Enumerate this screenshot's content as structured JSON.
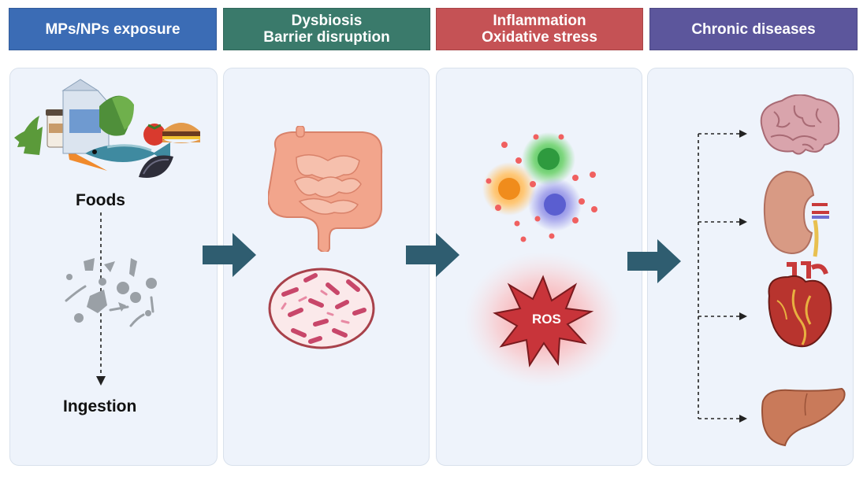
{
  "headers": [
    {
      "lines": [
        "MPs/NPs exposure"
      ],
      "color": "#3b6cb5"
    },
    {
      "lines": [
        "Dysbiosis",
        "Barrier disruption"
      ],
      "color": "#3a7a6b"
    },
    {
      "lines": [
        "Inflammation",
        "Oxidative stress"
      ],
      "color": "#c55255"
    },
    {
      "lines": [
        "Chronic diseases"
      ],
      "color": "#5c569c"
    }
  ],
  "panel1": {
    "foods_label": "Foods",
    "ingestion_label": "Ingestion"
  },
  "panel3": {
    "ros_label": "ROS"
  },
  "colors": {
    "arrow": "#2f5d70",
    "panel_bg": "#eef3fb"
  }
}
